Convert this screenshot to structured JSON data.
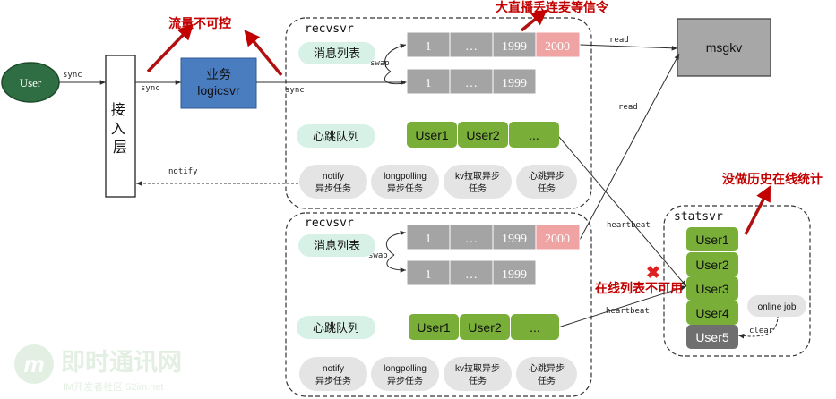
{
  "colors": {
    "green_fill": "#79AE39",
    "green_dark": "#2F6E42",
    "mint": "#D7F1E6",
    "gray_cell": "#A4A4A4",
    "pink_cell": "#EFA3A3",
    "task_pill": "#E4E4E4",
    "logic_blue": "#4A7DC0",
    "msgkv_gray": "#A7A7A7",
    "red_annot": "#C20000",
    "dark_cell": "#6F6F6F"
  },
  "user_node": "User",
  "access_layer": "接入层",
  "logicsvr": {
    "line1": "业务",
    "line2": "logicsvr"
  },
  "msgkv": "msgkv",
  "edges": {
    "sync1": "sync",
    "sync2": "sync",
    "sync3": "sync",
    "swap1": "swap",
    "swap2": "swap",
    "read1": "read",
    "read2": "read",
    "notify": "notify",
    "heartbeat1": "heartbeat",
    "heartbeat2": "heartbeat",
    "clear": "clear"
  },
  "recvsvr1": {
    "title": "recvsvr",
    "msg_list_label": "消息列表",
    "row1": [
      "1",
      "…",
      "1999",
      "2000"
    ],
    "row2": [
      "1",
      "…",
      "1999"
    ],
    "heartbeat_label": "心跳队列",
    "queue": [
      "User1",
      "User2",
      "..."
    ],
    "tasks": [
      {
        "l1": "notify",
        "l2": "异步任务"
      },
      {
        "l1": "longpolling",
        "l2": "异步任务"
      },
      {
        "l1": "kv拉取异步",
        "l2": "任务"
      },
      {
        "l1": "心跳异步",
        "l2": "任务"
      }
    ]
  },
  "recvsvr2": {
    "title": "recvsvr",
    "msg_list_label": "消息列表",
    "row1": [
      "1",
      "…",
      "1999",
      "2000"
    ],
    "row2": [
      "1",
      "…",
      "1999"
    ],
    "heartbeat_label": "心跳队列",
    "queue": [
      "User1",
      "User2",
      "..."
    ],
    "tasks": [
      {
        "l1": "notify",
        "l2": "异步任务"
      },
      {
        "l1": "longpolling",
        "l2": "异步任务"
      },
      {
        "l1": "kv拉取异步",
        "l2": "任务"
      },
      {
        "l1": "心跳异步",
        "l2": "任务"
      }
    ]
  },
  "statsvr": {
    "title": "statsvr",
    "users": [
      "User1",
      "User2",
      "User3",
      "User4",
      "User5"
    ],
    "online_job": "online job"
  },
  "annotations": {
    "uncontrolled_traffic": "流量不可控",
    "big_live_loss": "大直播丢连麦等信令",
    "online_list_unusable": "在线列表不可用",
    "no_history_stats": "没做历史在线统计",
    "x_mark": "✖"
  },
  "watermark": {
    "title": "即时通讯网",
    "subtitle": "IM开发者社区 52im.net",
    "logo": "m"
  }
}
